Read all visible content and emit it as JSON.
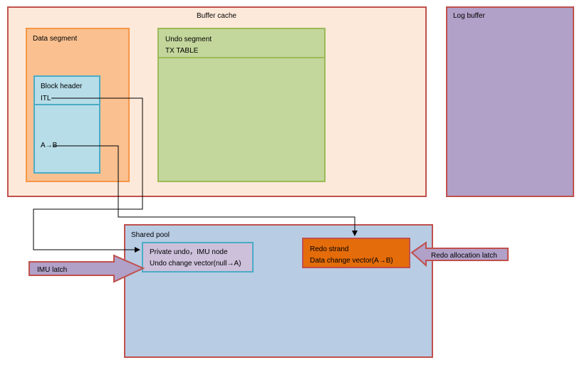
{
  "buffer_cache": {
    "label": "Buffer cache"
  },
  "log_buffer": {
    "label": "Log buffer"
  },
  "data_segment": {
    "label": "Data segment",
    "block": {
      "header": "Block header",
      "itl": "ITL",
      "row_change": "A→B"
    }
  },
  "undo_segment": {
    "label": "Undo segment",
    "tx_table": "TX TABLE"
  },
  "shared_pool": {
    "label": "Shared pool",
    "imu_node": {
      "title": "Private undo，IMU node",
      "vector": "Undo change vector(null→A)"
    },
    "redo_strand": {
      "title": "Redo strand",
      "vector": "Data change vector(A→B)"
    }
  },
  "latches": {
    "imu": "IMU latch",
    "redo_allocation": "Redo allocation latch"
  },
  "colors": {
    "buffer_cache_fill": "#fde9da",
    "log_buffer_fill": "#b1a0c7",
    "data_segment_fill": "#fac090",
    "undo_segment_fill": "#c3d69b",
    "block_fill": "#b7dde8",
    "shared_pool_fill": "#b8cce4",
    "imu_node_fill": "#ccc0da",
    "redo_strand_fill": "#e46c0a",
    "latch_arrow_fill": "#b1a0c7",
    "border_red": "#c0504d"
  }
}
